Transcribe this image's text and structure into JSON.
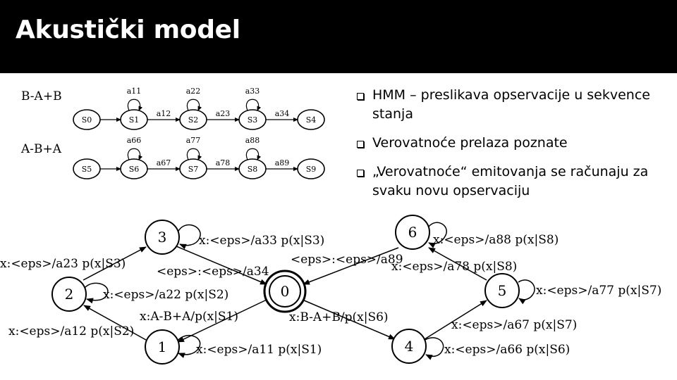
{
  "slide": {
    "title": "Akustički model",
    "bullets": [
      "HMM – preslikava opservacije u sekvence stanja",
      "Verovatnoće prelaza poznate",
      "„Verovatnoće“ emitovanja se računaju za svaku novu opservaciju"
    ]
  },
  "hmm": {
    "row1": {
      "label": "B-A+B",
      "states": [
        "S0",
        "S1",
        "S2",
        "S3",
        "S4"
      ],
      "self_loops": [
        "a11",
        "a22",
        "a33"
      ],
      "transitions": [
        "a12",
        "a23",
        "a34"
      ]
    },
    "row2": {
      "label": "A-B+A",
      "states": [
        "S5",
        "S6",
        "S7",
        "S8",
        "S9"
      ],
      "self_loops": [
        "a66",
        "a77",
        "a88"
      ],
      "transitions": [
        "a67",
        "a78",
        "a89"
      ]
    }
  },
  "fst": {
    "nodes": [
      "0",
      "1",
      "2",
      "3",
      "4",
      "5",
      "6"
    ],
    "labels": {
      "n3_loop": "x:<eps>/a33 p(x|S3)",
      "n2_to_3": "x:<eps>/a23 p(x|S3)",
      "n3_to_0": "<eps>:<eps>/a34",
      "n2_loop": "x:<eps>/a22 p(x|S2)",
      "n0_to_1": "x:A-B+A/p(x|S1)",
      "n1_to_2": "x:<eps>/a12 p(x|S2)",
      "n1_loop": "x:<eps>/a11 p(x|S1)",
      "n6_loop": "x:<eps>/a88 p(x|S8)",
      "n6_to_0": "<eps>:<eps>/a89",
      "n5_to_6": "x:<eps>/a78 p(x|S8)",
      "n5_loop": "x:<eps>/a77 p(x|S7)",
      "n0_to_4": "x:B-A+B/p(x|S6)",
      "n4_to_5": "x:<eps>/a67 p(x|S7)",
      "n4_loop": "x:<eps>/a66 p(x|S6)"
    }
  }
}
